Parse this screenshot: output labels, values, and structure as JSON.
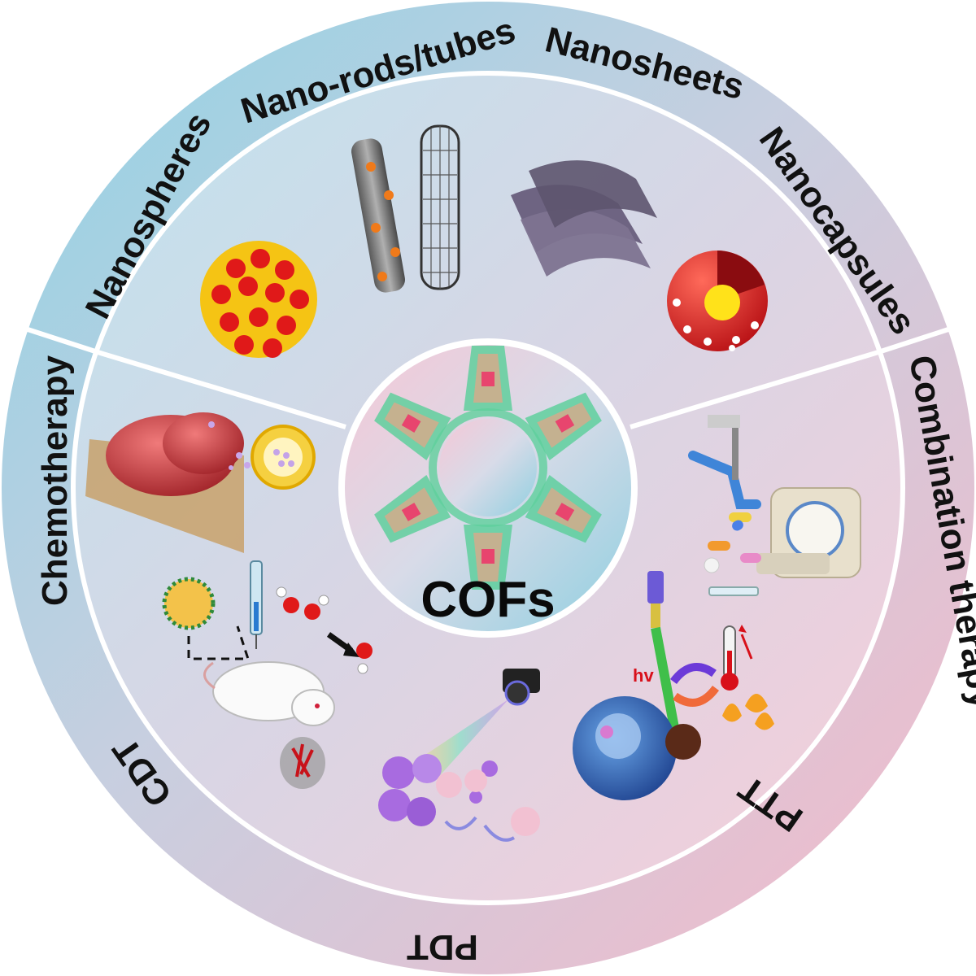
{
  "center": {
    "label": "COFs"
  },
  "outer_ring": {
    "morphology_labels": [
      "Nanospheres",
      "Nano-rods/tubes",
      "Nanosheets",
      "Nanocapsules"
    ],
    "therapy_labels": {
      "chemotherapy": "Chemotherapy",
      "combination": "Combination therapy",
      "cdt": "CDT",
      "pdt": "PDT",
      "ptt": "PTT"
    }
  },
  "annotations": {
    "hv": "hv"
  },
  "colors": {
    "ring_top": "#9fd6e6",
    "ring_bottom": "#f2bccb",
    "inner_blue": "#c9e2ec",
    "inner_pink": "#f0d2dc",
    "separator": "#ffffff",
    "cof_green": "#5fcf9c",
    "cof_red": "#e8456e",
    "cof_tan": "#d9a98a"
  },
  "icons": [
    "nanosphere-icon",
    "nanorod-icon",
    "nanotube-icon",
    "nanosheet-icon",
    "nanocapsule-icon",
    "tumor-icon",
    "liposome-icon",
    "mouse-icon",
    "syringe-icon",
    "camera-icon",
    "cell-icon",
    "mri-scanner-icon",
    "dental-chair-icon",
    "pills-icon",
    "laser-icon",
    "thermometer-icon",
    "flame-icon"
  ]
}
